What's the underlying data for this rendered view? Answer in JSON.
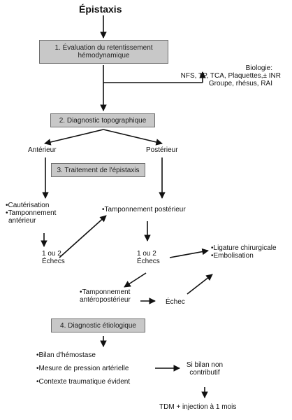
{
  "title": "Épistaxis",
  "steps": {
    "s1": "1. Évaluation du retentissement hémodynamique",
    "s2": "2. Diagnostic topographique",
    "s3": "3. Traitement de l'épistaxis",
    "s4": "4. Diagnostic étiologique"
  },
  "biology": {
    "line1": "Biologie:",
    "line2": "NFS, TP, TCA, Plaquettes,± INR",
    "line3": "Groupe, rhésus, RAI"
  },
  "branches": {
    "anterior": "Antérieur",
    "posterior": "Postérieur"
  },
  "anterior_treatment": {
    "item1": "•Cautérisation",
    "item2": "•Tamponnement",
    "item2b": "antérieur",
    "fail_line1": "1 ou 2",
    "fail_line2": "Échecs"
  },
  "posterior_treatment": {
    "item1": "•Tamponnement postérieur",
    "fail_line1": "1 ou 2",
    "fail_line2": "Échecs"
  },
  "surgery": {
    "item1": "•Ligature chirurgicale",
    "item2": "•Embolisation"
  },
  "anteroposterior": {
    "line1": "•Tamponnement",
    "line2": "antéropostérieur",
    "failure": "Échec"
  },
  "etiology": {
    "item1": "•Bilan d'hémostase",
    "item2": "•Mesure de pression artérielle",
    "item3": "•Contexte traumatique évident",
    "noncontrib_line1": "Si bilan non",
    "noncontrib_line2": "contributif",
    "followup": "TDM + injection à 1 mois"
  },
  "colors": {
    "box_fill": "#c8c8c8",
    "box_border": "#6e6e6e",
    "line": "#111111"
  }
}
